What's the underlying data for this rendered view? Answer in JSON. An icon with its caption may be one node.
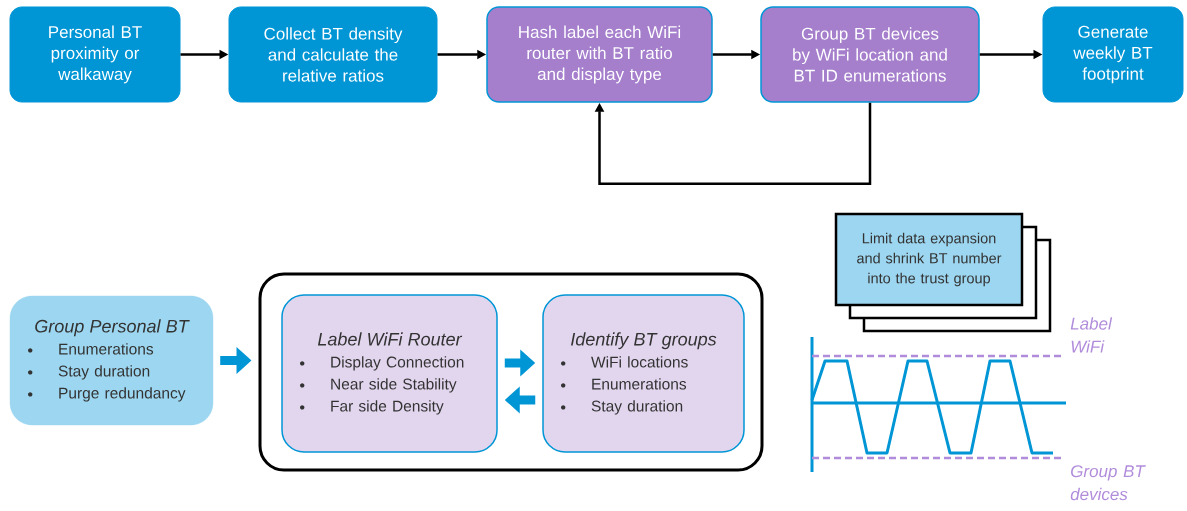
{
  "diagram": {
    "nodes": [
      {
        "text": [
          "Personal BT proximity or walkaway"
        ]
      },
      {
        "text": [
          "Collect BT density and calculate the relative ratios"
        ]
      },
      {
        "text": [
          "Hash label each WiFi router with BT ratio and display type"
        ]
      },
      {
        "text": [
          "Group BT devices by WiFi location and BT ID enumerations"
        ]
      },
      {
        "text": [
          "Generate weekly BT footprint"
        ]
      },
      {
        "text": [
          "Group Personal BT",
          "Enumerations",
          "Stay duration",
          "Purge redundancy"
        ]
      },
      {
        "text": [],
        "shape": "box"
      },
      {
        "text": [
          "Label WiFi Router",
          "Display Connection",
          "Near side Stability",
          "Far side Density"
        ],
        "in": 6
      },
      {
        "text": [
          "Identify BT groups",
          "WiFi locations",
          "Enumerations",
          "Stay duration"
        ],
        "in": 6
      },
      {
        "text": [
          "Limit data expansion and shrink BT number into the trust group"
        ]
      }
    ],
    "edges": [
      {
        "from": 0,
        "to": 1,
        "arrow": "to"
      },
      {
        "from": 1,
        "to": 2,
        "arrow": "to"
      },
      {
        "from": 2,
        "to": 3,
        "arrow": "to"
      },
      {
        "from": 3,
        "to": 4,
        "arrow": "to"
      },
      {
        "from": 3,
        "to": 2,
        "arrow": "to"
      },
      {
        "from": 5,
        "to": 6,
        "arrow": "to",
        "style": "thick",
        "color": "#0096d6"
      },
      {
        "from": 7,
        "to": 8,
        "arrow": "to",
        "style": "thick",
        "color": "#0096d6"
      },
      {
        "from": 8,
        "to": 7,
        "arrow": "to",
        "style": "thick",
        "color": "#0096d6"
      }
    ],
    "labels": [
      "Label WiFi",
      "Group BT devices"
    ]
  }
}
